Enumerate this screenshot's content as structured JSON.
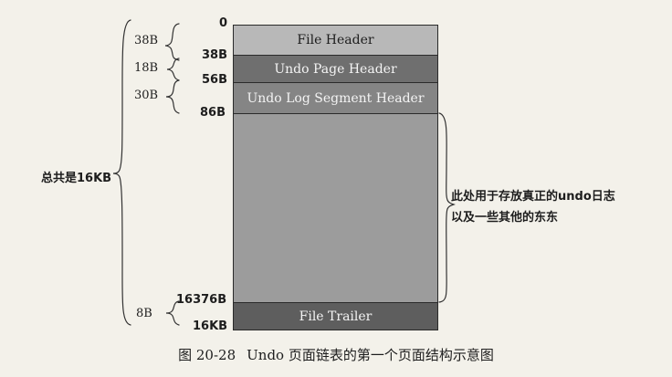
{
  "segments": {
    "file_header": "File Header",
    "undo_page_header": "Undo Page Header",
    "undo_log_segment_header": "Undo Log Segment Header",
    "body": "",
    "file_trailer": "File Trailer"
  },
  "offsets": [
    "0",
    "38B",
    "56B",
    "86B",
    "16376B",
    "16KB"
  ],
  "sizes": [
    "38B",
    "18B",
    "30B",
    "8B"
  ],
  "total_label": "总共是16KB",
  "description_lines": [
    "此处用于存放真正的undo日志",
    "以及一些其他的东东"
  ],
  "caption": {
    "number": "图 20-28",
    "text": "Undo 页面链表的第一个页面结构示意图"
  }
}
